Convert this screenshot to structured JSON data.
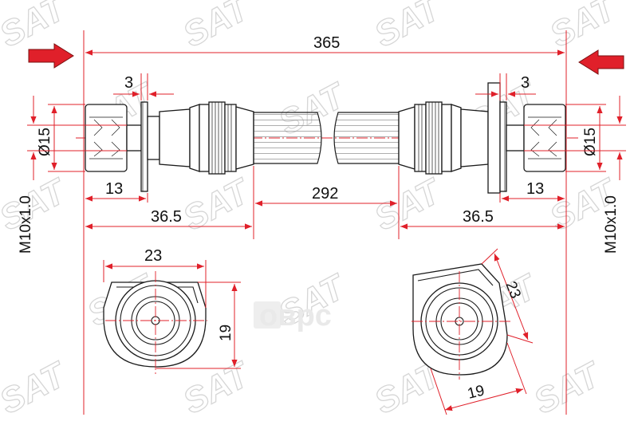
{
  "watermark": {
    "text": "SAT"
  },
  "brand_mark": {
    "text": "oʙpc"
  },
  "colors": {
    "dimension_red": "#e0202a",
    "outline": "#1a1a1a",
    "watermark": "#d6d6d6"
  },
  "dimensions": {
    "overall_length": "365",
    "left_flange_thickness": "3",
    "right_flange_thickness": "3",
    "left_diameter": "Ø15",
    "right_diameter": "Ø15",
    "left_thread": "M10x1.0",
    "right_thread": "M10x1.0",
    "left_fitting_length": "13",
    "right_fitting_length": "13",
    "hose_length": "292",
    "left_end_length": "36.5",
    "right_end_length": "36.5",
    "left_bracket_width": "23",
    "left_bracket_height": "19",
    "right_bracket_width": "23",
    "right_bracket_height": "19"
  },
  "icons": {
    "left_arrow": "red-arrow-right-icon",
    "right_arrow": "red-arrow-left-icon"
  }
}
